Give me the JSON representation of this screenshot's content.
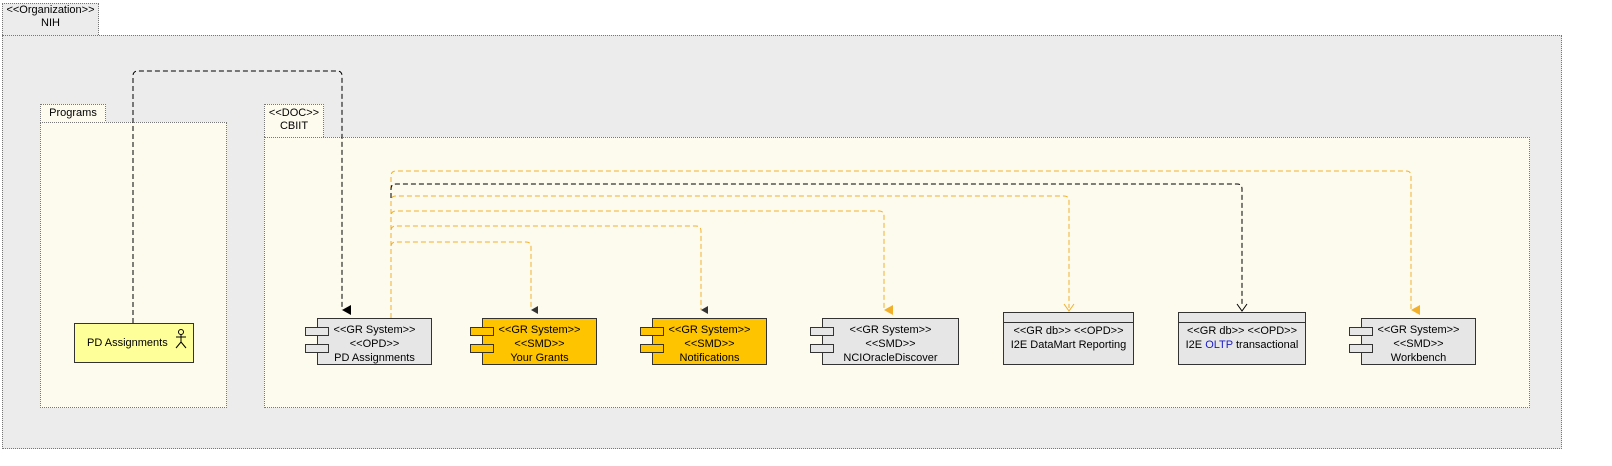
{
  "organization": {
    "stereotype": "<<Organization>>",
    "name": "NIH"
  },
  "programs": {
    "name": "Programs",
    "actor": {
      "label": "PD Assignments"
    }
  },
  "cbiit": {
    "stereotype": "<<DOC>>",
    "name": "CBIIT"
  },
  "components": [
    {
      "stereotype": "<<GR System>>",
      "tag": "<<OPD>>",
      "name": "PD Assignments",
      "fill": "#e6e6e6"
    },
    {
      "stereotype": "<<GR System>>",
      "tag": "<<SMD>>",
      "name": "Your Grants",
      "fill": "#ffc400"
    },
    {
      "stereotype": "<<GR System>>",
      "tag": "<<SMD>>",
      "name": "Notifications",
      "fill": "#ffc400"
    },
    {
      "stereotype": "<<GR System>>",
      "tag": "<<SMD>>",
      "name": "NCIOracleDiscover",
      "fill": "#e6e6e6"
    },
    {
      "stereotype": "<<GR db>>",
      "tag": "<<OPD>>",
      "name": "I2E DataMart Reporting",
      "fill": "#e6e6e6"
    },
    {
      "stereotype": "<<GR db>>",
      "tag": "<<OPD>>",
      "name_prefix": "I2E ",
      "name_highlight": "OLTP",
      "name_suffix": " transactional",
      "fill": "#e6e6e6"
    },
    {
      "stereotype": "<<GR System>>",
      "tag": "<<SMD>>",
      "name": "Workbench",
      "fill": "#e6e6e6"
    }
  ],
  "colors": {
    "dependency_gold": "#f2b02a",
    "dependency_black": "#000000",
    "cream": "#fdfaee",
    "org_gray": "#ececec",
    "actor_yellow": "#ffff99"
  }
}
